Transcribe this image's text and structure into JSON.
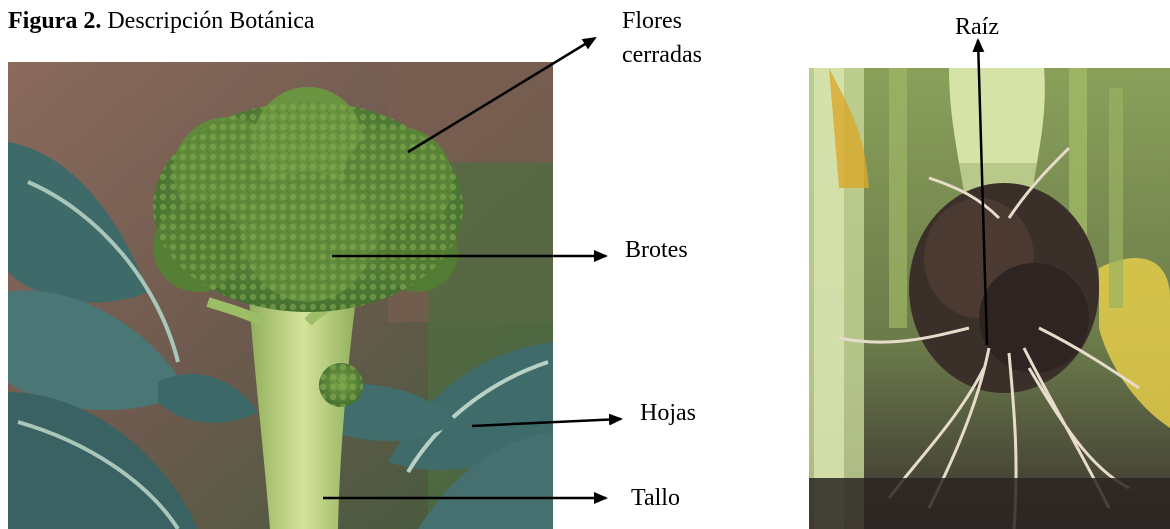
{
  "figure": {
    "caption_prefix": "Figura 2.",
    "caption_text": " Descripción Botánica"
  },
  "labels": {
    "flores_line1": "Flores",
    "flores_line2": "cerradas",
    "brotes": "Brotes",
    "hojas": "Hojas",
    "tallo": "Tallo",
    "raiz": "Raíz"
  },
  "colors": {
    "broccoli_head": "#5f8a3a",
    "leaf": "#3f6a6a",
    "stem": "#b9cf7a",
    "root": "#3b2f2a",
    "arrow": "#000000"
  }
}
